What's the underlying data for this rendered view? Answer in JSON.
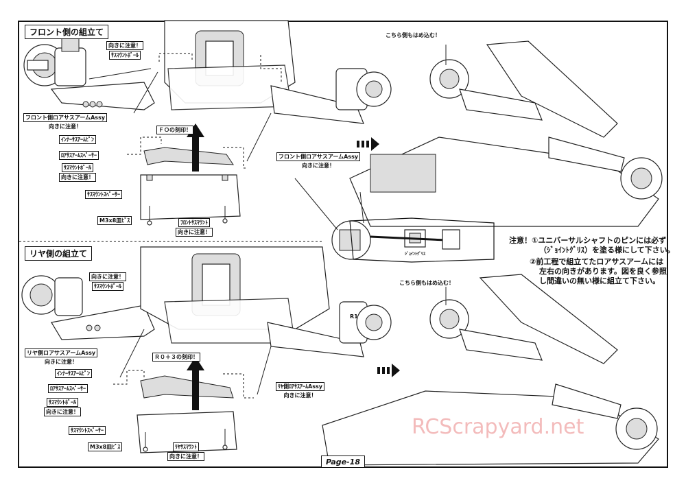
{
  "front": {
    "title": "フロント側の組立て",
    "labels": {
      "note1": "向きに注意！",
      "sus_mount_ball_top": "ｻｽﾏｳﾝﾄﾎﾞｰﾙ",
      "lower_arm_assy": "フロント側ロアサスアームAssy",
      "note2": "向きに注意！",
      "inner_pin": "ｲﾝﾅｰｻｽｱｰﾑﾋﾟﾝ",
      "lower_arm_spacer": "ﾛｱｻｽｱｰﾑｽﾍﾟｰｻｰ",
      "sus_mount_ball": "ｻｽﾏｳﾝﾄﾎﾞｰﾙ",
      "note3": "向きに注意！",
      "sus_mount_spacer": "ｻｽﾏｳﾝﾄｽﾍﾟｰｻｰ",
      "screw": "M3x8皿ﾋﾞｽ",
      "front_sus_mount": "ﾌﾛﾝﾄｻｽﾏｳﾝﾄ",
      "note4": "向きに注意！",
      "stamp": "ＦＯの刻印！",
      "right_arm_assy": "フロント側ロアサスアームAssy",
      "note5": "向きに注意！"
    }
  },
  "rear": {
    "title": "リヤ側の組立て",
    "labels": {
      "note1": "向きに注意！",
      "sus_mount_ball_top": "ｻｽﾏｳﾝﾄﾎﾞｰﾙ",
      "lower_arm_assy": "リヤ側ロアサスアームAssy",
      "note2": "向きに注意！",
      "inner_pin": "ｲﾝﾅｰｻｽｱｰﾑﾋﾟﾝ",
      "lower_arm_spacer": "ﾛｱｻｽｱｰﾑｽﾍﾟｰｻｰ",
      "sus_mount_ball": "ｻｽﾏｳﾝﾄﾎﾞｰﾙ",
      "note3": "向きに注意！",
      "sus_mount_spacer": "ｻｽﾏｳﾝﾄｽﾍﾟｰｻｰ",
      "screw": "M3x8皿ﾋﾞｽ",
      "rear_sus_mount": "ﾘﾔｻｽﾏｳﾝﾄ",
      "note4": "向きに注意！",
      "stamp": "Ｒ０＋３の刻印！",
      "right_arm_assy": "ﾘﾔ側ﾛｱｻｽｱｰﾑAssy",
      "note5": "向きに注意！",
      "r1": "R1"
    }
  },
  "right": {
    "insert_front": "こちら側もはめ込む！",
    "insert_rear": "こちら側もはめ込む！",
    "grease_label": "ｼﾞｮｲﾝﾄｸﾞﾘｽ",
    "note_lines": [
      "注意！①ユニバーサルシャフトのピンには必ず",
      "（ｼﾞｮｲﾝﾄｸﾞﾘｽ）を塗る様にして下さい。",
      "②前工程で組立てたロアサスアームには",
      "左右の向きがあります。図を良く参照",
      "し間違いの無い様に組立て下さい。"
    ]
  },
  "page": "Page-18",
  "watermark": "RCScrapyard.net"
}
